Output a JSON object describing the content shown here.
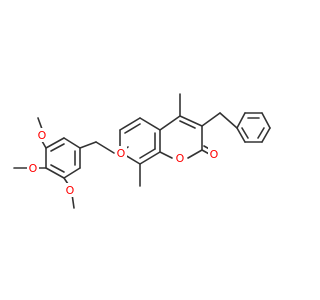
{
  "molecule": {
    "atoms": {
      "o_ether": "O",
      "o_ring": "O",
      "o_carbonyl": "O",
      "o_meo_top": "O",
      "o_meo_mid": "O",
      "o_meo_bot": "O"
    }
  },
  "colors": {
    "bond": "#333333",
    "oxygen": "#ff0000",
    "background": "#ffffff"
  }
}
